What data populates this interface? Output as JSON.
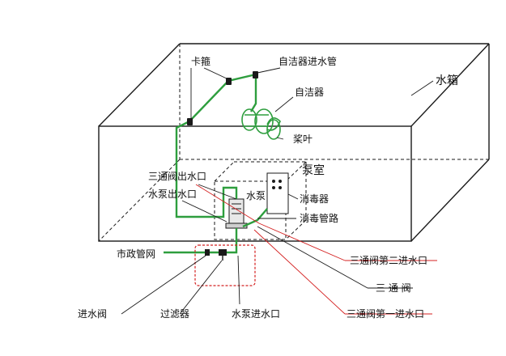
{
  "labels": {
    "tank": "水箱",
    "clamp": "卡箍",
    "cleaner_inlet_pipe": "自洁器进水管",
    "self_cleaner": "自洁器",
    "impeller": "桨叶",
    "pump_room": "泵室",
    "three_way_outlet": "三通阀出水口",
    "pump_outlet": "水泵出水口",
    "pump": "水泵",
    "disinfector": "消毒器",
    "disinfection_pipe": "消毒管路",
    "municipal_pipe": "市政管网",
    "three_way_second_inlet": "三通阀第二进水口",
    "three_way_valve": "三 通 阀",
    "inlet_valve": "进水阀",
    "filter": "过滤器",
    "pump_inlet": "水泵进水口",
    "three_way_first_inlet": "三通阀第一进水口"
  },
  "colors": {
    "line": "#1a1a1a",
    "water_pipe": "#2e9e3e",
    "callout_red": "#d42020",
    "highlight_box": "#d42020"
  }
}
